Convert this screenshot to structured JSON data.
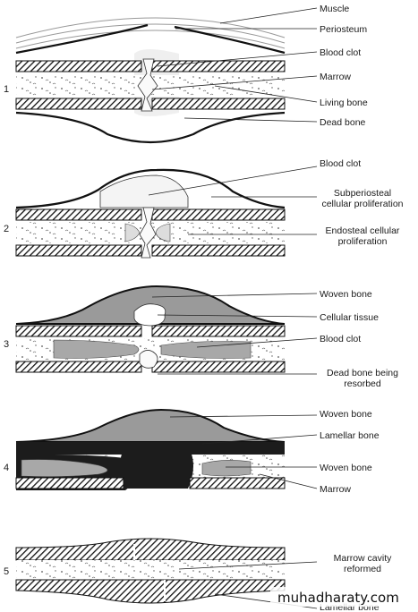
{
  "panels": [
    {
      "number": "1",
      "labels": [
        "Muscle",
        "Periosteum",
        "Blood clot",
        "Marrow",
        "Living bone",
        "Dead bone"
      ]
    },
    {
      "number": "2",
      "labels": [
        "Blood clot",
        "Subperiosteal cellular proliferation",
        "Endosteal cellular proliferation"
      ]
    },
    {
      "number": "3",
      "labels": [
        "Woven bone",
        "Cellular tissue",
        "Blood clot",
        "Dead bone being resorbed"
      ]
    },
    {
      "number": "4",
      "labels": [
        "Woven bone",
        "Lamellar bone",
        "Woven bone",
        "Marrow"
      ]
    },
    {
      "number": "5",
      "labels": [
        "Marrow cavity reformed",
        "Lamellar bone"
      ]
    }
  ],
  "watermark": "muhadharaty.com",
  "colors": {
    "ink": "#111111",
    "woven_bone": "#9a9a9a",
    "lamellar_bone": "#1c1c1c",
    "clot": "#e6e6e6"
  }
}
